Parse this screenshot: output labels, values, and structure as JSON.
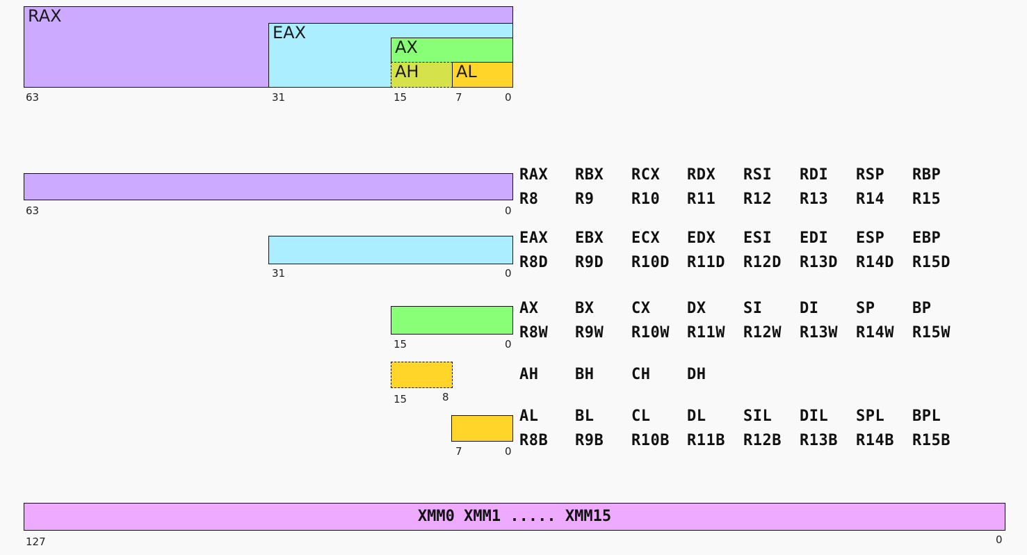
{
  "colors": {
    "rax": "#ccaaff",
    "eax": "#aaeeff",
    "ax": "#88ff77",
    "ah_overlap": "#d6e24a",
    "al": "#ffd52a",
    "xmm": "#eeaaff"
  },
  "top_diagram": {
    "labels": {
      "rax": "RAX",
      "eax": "EAX",
      "ax": "AX",
      "ah": "AH",
      "al": "AL"
    },
    "bits": {
      "b63": "63",
      "b31": "31",
      "b15": "15",
      "b7": "7",
      "b0": "0"
    }
  },
  "rows": {
    "r64": {
      "bits": {
        "hi": "63",
        "lo": "0"
      },
      "line1": [
        "RAX",
        "RBX",
        "RCX",
        "RDX",
        "RSI",
        "RDI",
        "RSP",
        "RBP"
      ],
      "line2": [
        "R8",
        "R9",
        "R10",
        "R11",
        "R12",
        "R13",
        "R14",
        "R15"
      ]
    },
    "r32": {
      "bits": {
        "hi": "31",
        "lo": "0"
      },
      "line1": [
        "EAX",
        "EBX",
        "ECX",
        "EDX",
        "ESI",
        "EDI",
        "ESP",
        "EBP"
      ],
      "line2": [
        "R8D",
        "R9D",
        "R10D",
        "R11D",
        "R12D",
        "R13D",
        "R14D",
        "R15D"
      ]
    },
    "r16": {
      "bits": {
        "hi": "15",
        "lo": "0"
      },
      "line1": [
        "AX",
        "BX",
        "CX",
        "DX",
        "SI",
        "DI",
        "SP",
        "BP"
      ],
      "line2": [
        "R8W",
        "R9W",
        "R10W",
        "R11W",
        "R12W",
        "R13W",
        "R14W",
        "R15W"
      ]
    },
    "r8h": {
      "bits": {
        "hi": "15",
        "lo": "8"
      },
      "line1": [
        "AH",
        "BH",
        "CH",
        "DH"
      ]
    },
    "r8l": {
      "bits": {
        "hi": "7",
        "lo": "0"
      },
      "line1": [
        "AL",
        "BL",
        "CL",
        "DL",
        "SIL",
        "DIL",
        "SPL",
        "BPL"
      ],
      "line2": [
        "R8B",
        "R9B",
        "R10B",
        "R11B",
        "R12B",
        "R13B",
        "R14B",
        "R15B"
      ]
    }
  },
  "xmm": {
    "label": "XMM0 XMM1 ..... XMM15",
    "bits": {
      "hi": "127",
      "lo": "0"
    }
  }
}
